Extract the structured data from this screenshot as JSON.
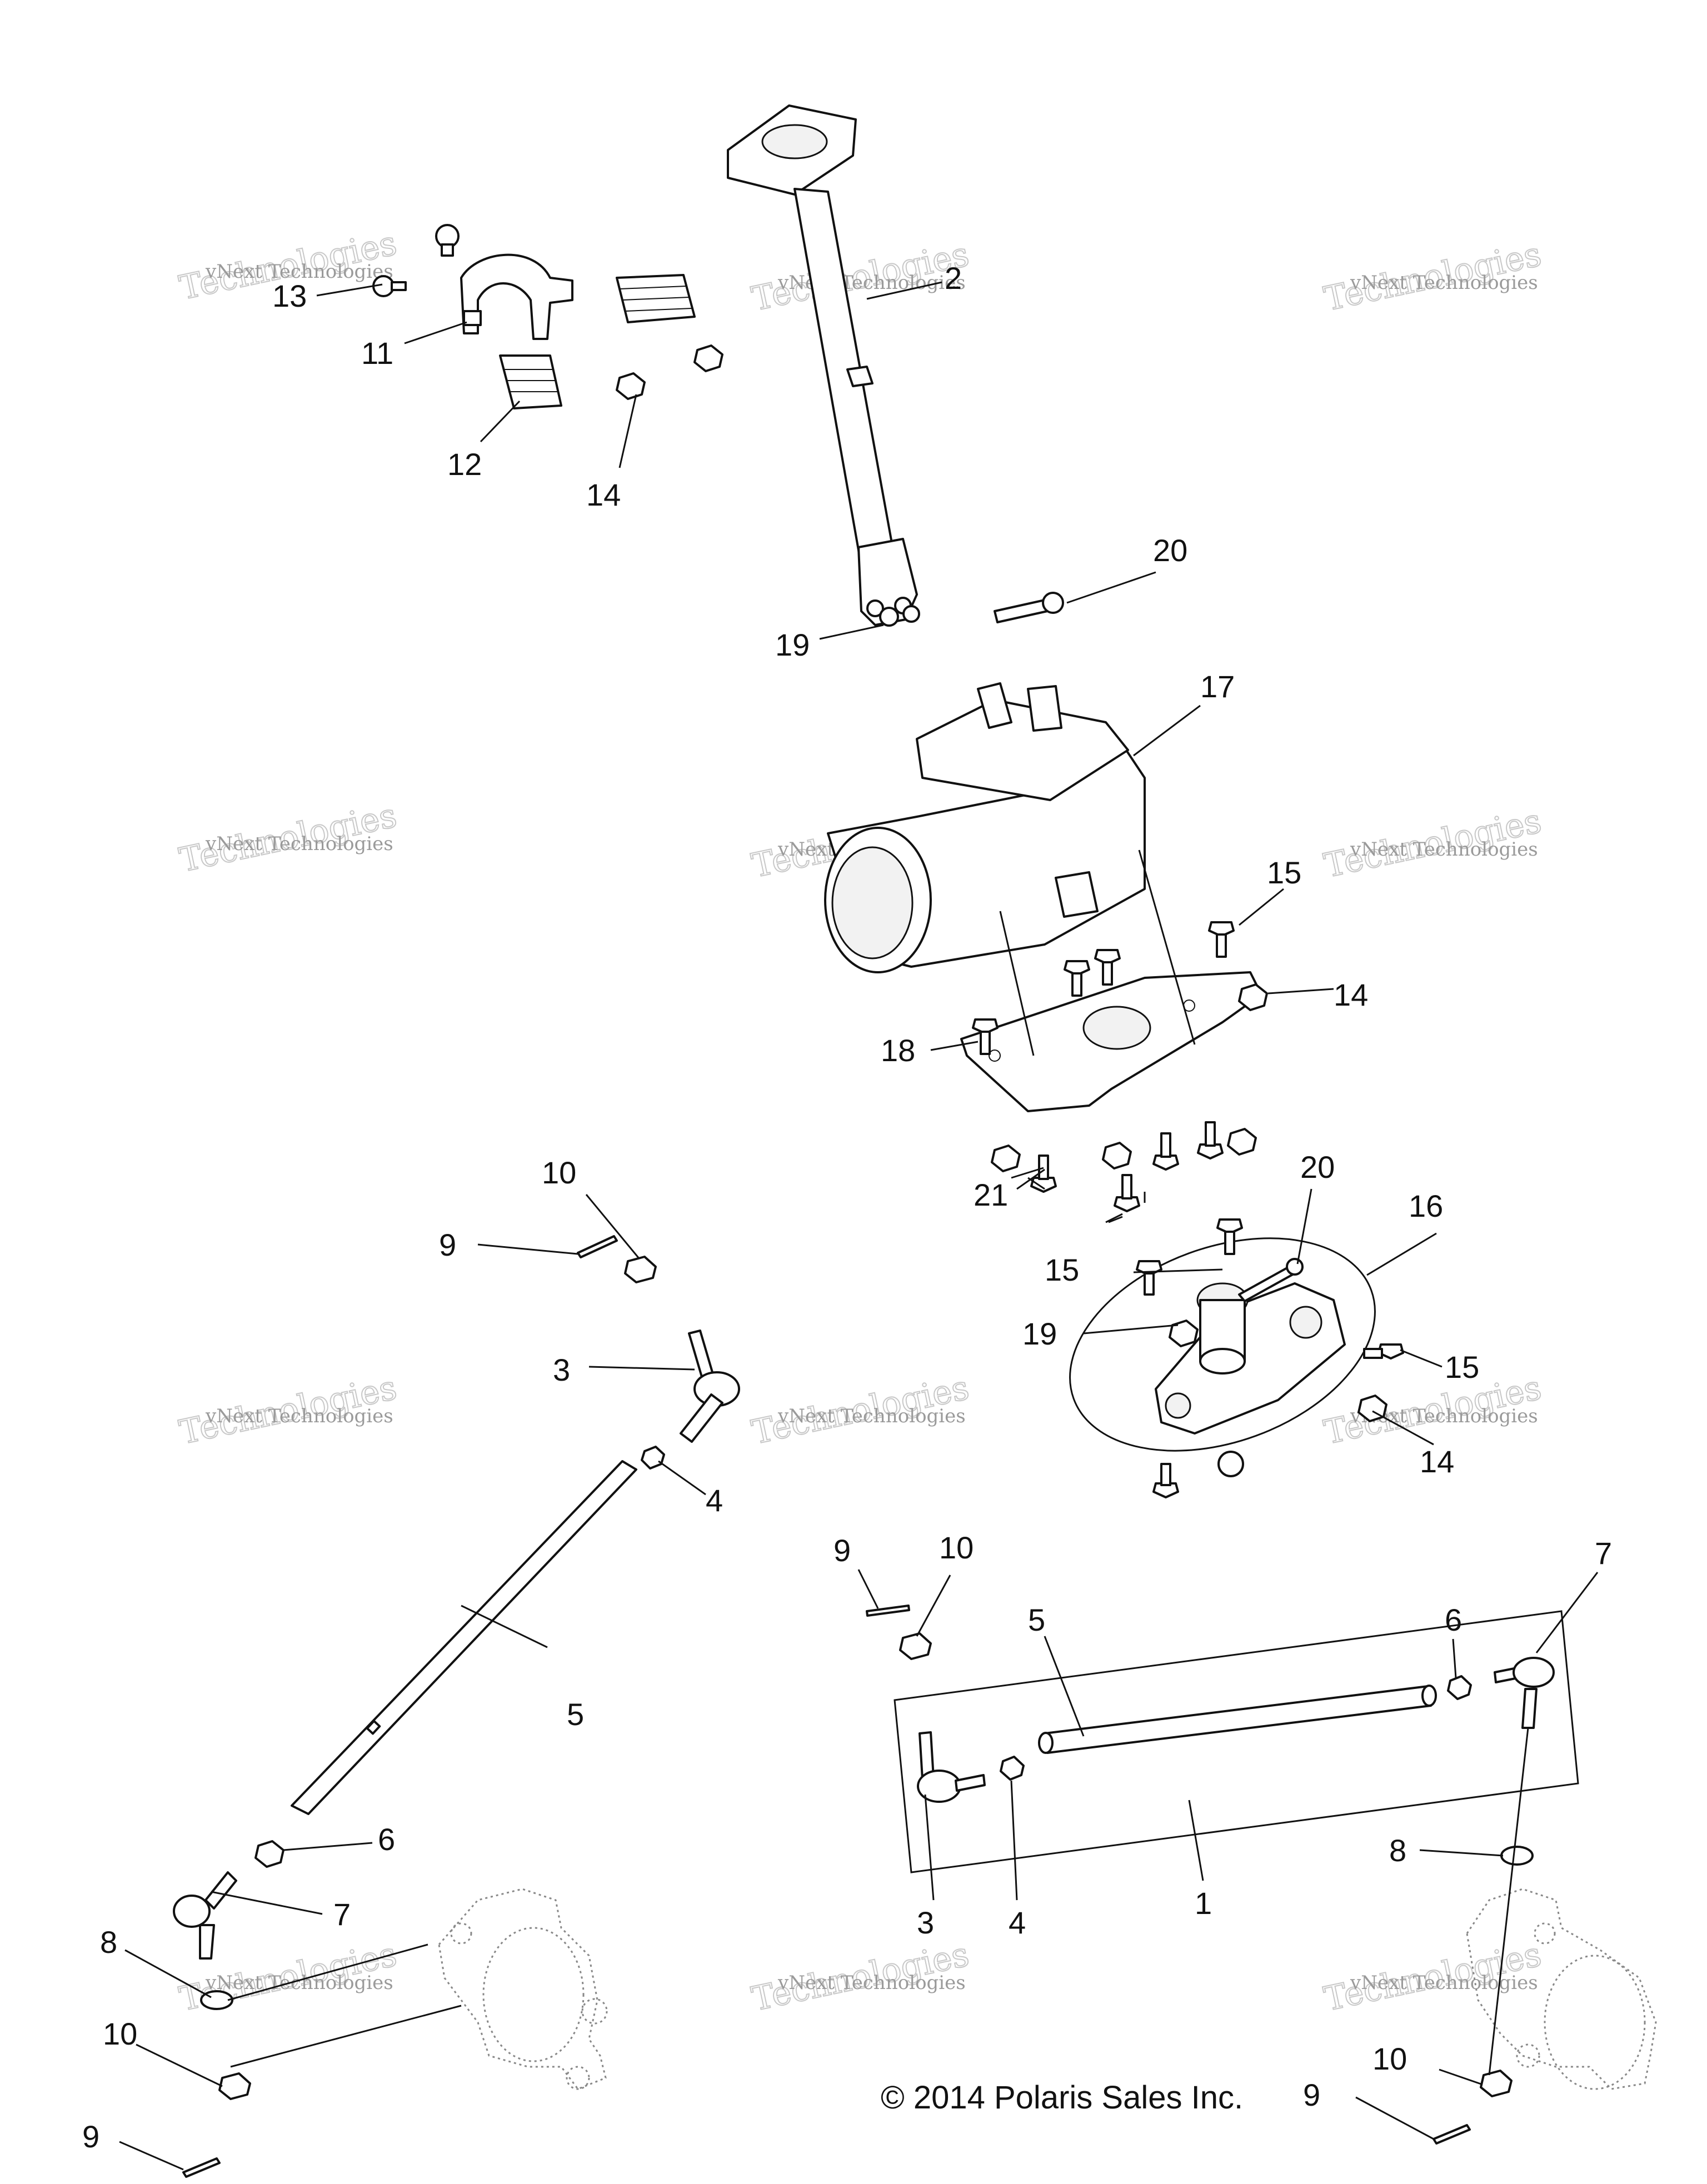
{
  "diagram": {
    "callouts": {
      "c1": "1",
      "c2": "2",
      "c3a": "3",
      "c3b": "3",
      "c4a": "4",
      "c4b": "4",
      "c5a": "5",
      "c5b": "5",
      "c6a": "6",
      "c6b": "6",
      "c7a": "7",
      "c7b": "7",
      "c8a": "8",
      "c8b": "8",
      "c9a": "9",
      "c9b": "9",
      "c9c": "9",
      "c9d": "9",
      "c10a": "10",
      "c10b": "10",
      "c10c": "10",
      "c10d": "10",
      "c11": "11",
      "c12": "12",
      "c13": "13",
      "c14a": "14",
      "c14b": "14",
      "c14c": "14",
      "c15a": "15",
      "c15b": "15",
      "c15c": "15",
      "c16": "16",
      "c17": "17",
      "c18": "18",
      "c19a": "19",
      "c19b": "19",
      "c20a": "20",
      "c20b": "20",
      "c21": "21"
    },
    "watermark": {
      "line1": "vNext Technologies",
      "line2": "Technologies"
    },
    "copyright": "© 2014 Polaris Sales Inc."
  }
}
